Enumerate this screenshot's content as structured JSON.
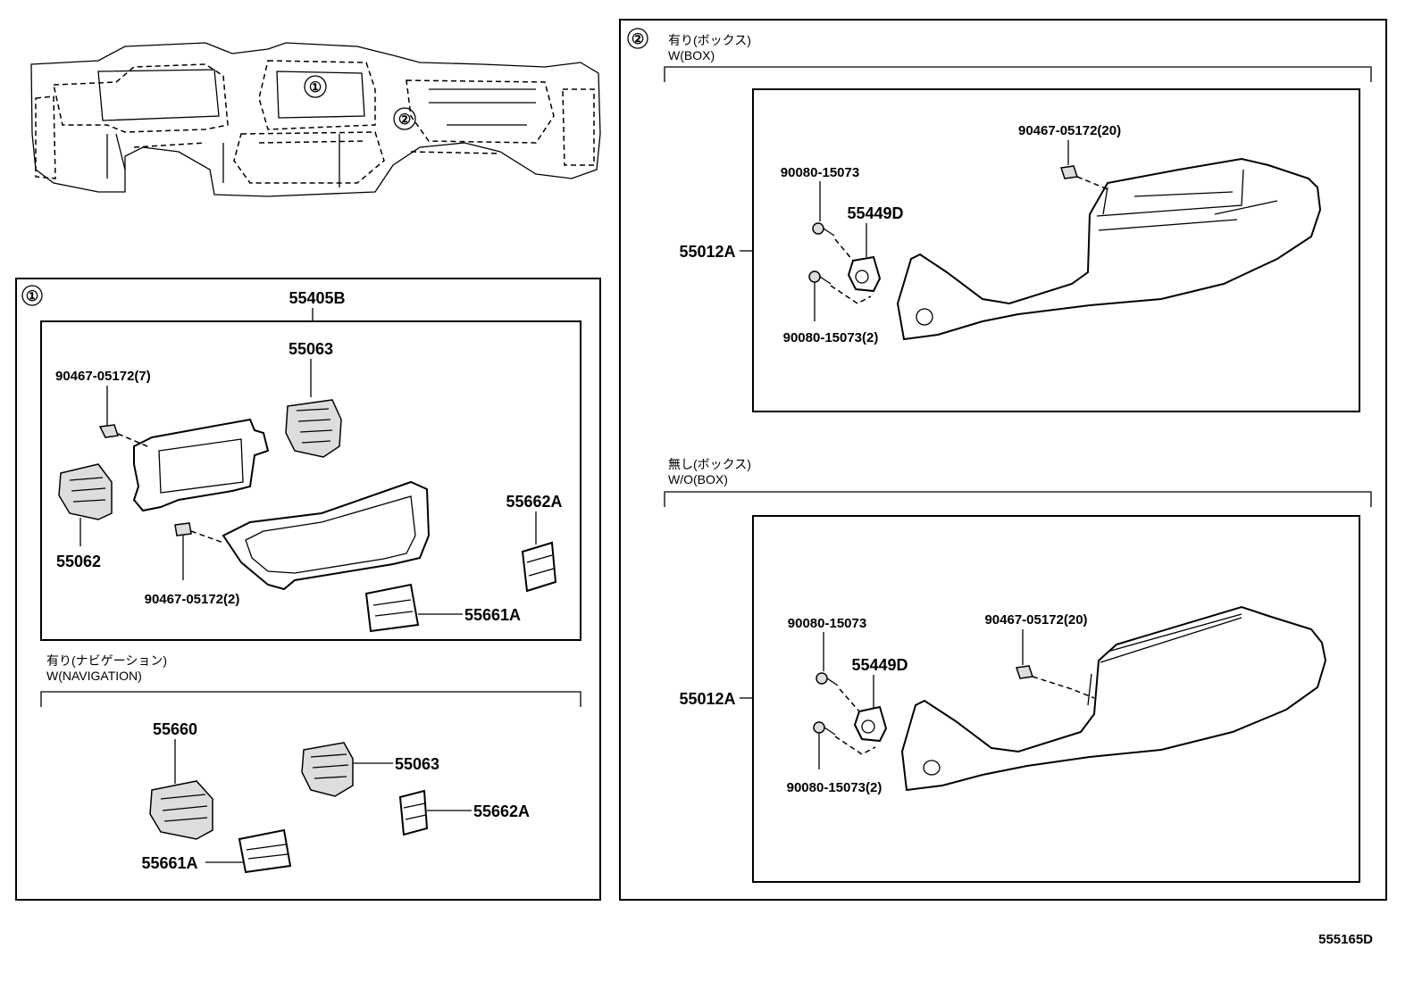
{
  "overview": {
    "callout_1": "①",
    "callout_2": "②"
  },
  "section1": {
    "marker": "①",
    "top_box": {
      "labels": {
        "p55405B": "55405B",
        "p55063": "55063",
        "p90467_7": "90467-05172(7)",
        "p55062": "55062",
        "p90467_2": "90467-05172(2)",
        "p55662A": "55662A",
        "p55661A": "55661A"
      }
    },
    "nav_variant": {
      "jp": "有り(ナビゲーション)",
      "en": "W(NAVIGATION)",
      "labels": {
        "p55660": "55660",
        "p55063": "55063",
        "p55662A": "55662A",
        "p55661A": "55661A"
      }
    }
  },
  "section2": {
    "marker": "②",
    "with_box": {
      "jp": "有り(ボックス)",
      "en": "W(BOX)",
      "labels": {
        "p90467_20": "90467-05172(20)",
        "p90080": "90080-15073",
        "p55449D": "55449D",
        "p55012A": "55012A",
        "p90080_2": "90080-15073(2)"
      }
    },
    "without_box": {
      "jp": "無し(ボックス)",
      "en": "W/O(BOX)",
      "labels": {
        "p90080": "90080-15073",
        "p90467_20": "90467-05172(20)",
        "p55449D": "55449D",
        "p55012A": "55012A",
        "p90080_2": "90080-15073(2)"
      }
    }
  },
  "footer": {
    "diagram_code": "555165D"
  }
}
